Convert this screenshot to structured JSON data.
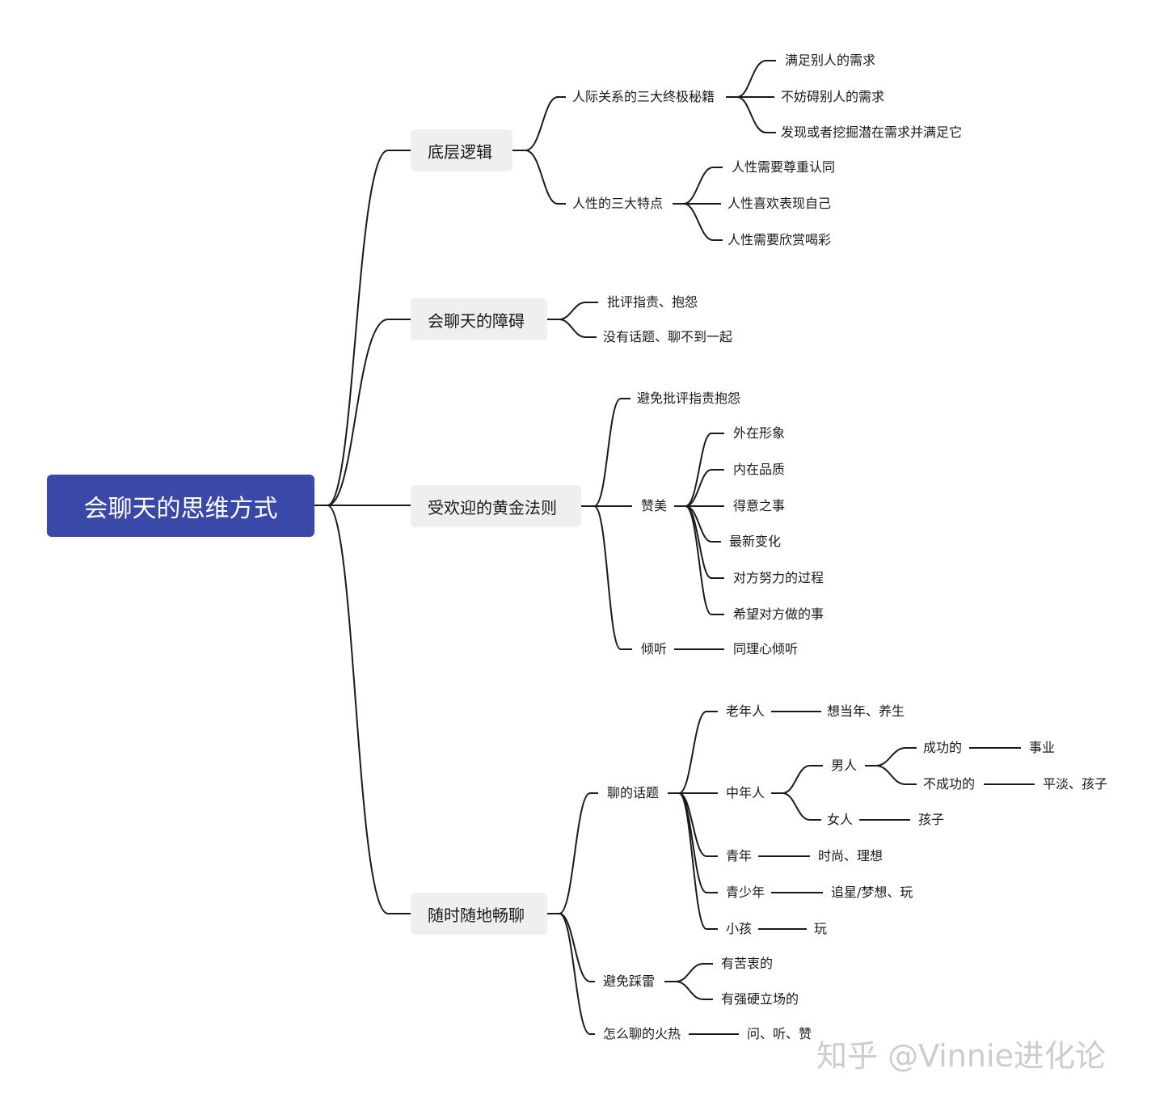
{
  "root": "会聊天的思维方式",
  "b1": {
    "label": "底层逻辑",
    "g1": {
      "label": "人际关系的三大终极秘籍",
      "items": [
        "满足别人的需求",
        "不妨碍别人的需求",
        "发现或者挖掘潜在需求并满足它"
      ]
    },
    "g2": {
      "label": "人性的三大特点",
      "items": [
        "人性需要尊重认同",
        "人性喜欢表现自己",
        "人性需要欣赏喝彩"
      ]
    }
  },
  "b2": {
    "label": "会聊天的障碍",
    "items": [
      "批评指责、抱怨",
      "没有话题、聊不到一起"
    ]
  },
  "b3": {
    "label": "受欢迎的黄金法则",
    "avoid": "避免批评指责抱怨",
    "praise": {
      "label": "赞美",
      "items": [
        "外在形象",
        "内在品质",
        "得意之事",
        "最新变化",
        "对方努力的过程",
        "希望对方做的事"
      ]
    },
    "listen": {
      "label": "倾听",
      "item": "同理心倾听"
    }
  },
  "b4": {
    "label": "随时随地畅聊",
    "topics": {
      "label": "聊的话题",
      "elder": {
        "label": "老年人",
        "item": "想当年、养生"
      },
      "middle": {
        "label": "中年人",
        "man": {
          "label": "男人",
          "success": {
            "label": "成功的",
            "item": "事业"
          },
          "fail": {
            "label": "不成功的",
            "item": "平淡、孩子"
          }
        },
        "woman": {
          "label": "女人",
          "item": "孩子"
        }
      },
      "youth": {
        "label": "青年",
        "item": "时尚、理想"
      },
      "teen": {
        "label": "青少年",
        "item": "追星/梦想、玩"
      },
      "child": {
        "label": "小孩",
        "item": "玩"
      }
    },
    "avoid": {
      "label": "避免踩雷",
      "items": [
        "有苦衷的",
        "有强硬立场的"
      ]
    },
    "how": {
      "label": "怎么聊的火热",
      "item": "问、听、赞"
    }
  },
  "watermark": "知乎 @Vinnie进化论"
}
